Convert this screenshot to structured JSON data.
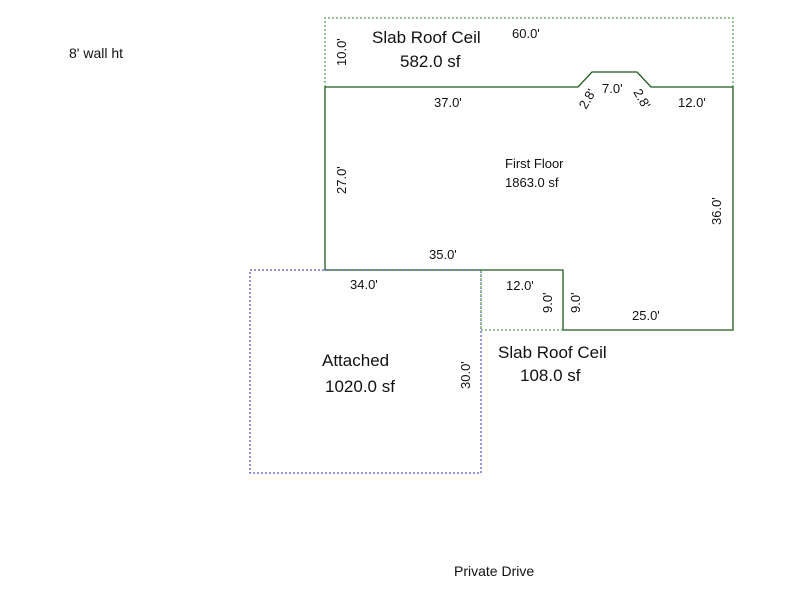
{
  "note": "8' wall ht",
  "footer": "Private Drive",
  "areas": {
    "slab_top": {
      "name": "Slab Roof Ceil",
      "area": "582.0 sf"
    },
    "first_floor": {
      "name": "First Floor",
      "area": "1863.0 sf"
    },
    "attached": {
      "name": "Attached",
      "area": "1020.0 sf"
    },
    "slab_bottom": {
      "name": "Slab Roof Ceil",
      "area": "108.0 sf"
    }
  },
  "dims": {
    "slab_top_height": "10.0'",
    "slab_top_width": "60.0'",
    "ff_top_left": "37.0'",
    "bay_left": "2.8'",
    "bay_top": "7.0'",
    "bay_right": "2.8'",
    "ff_top_right": "12.0'",
    "ff_left": "27.0'",
    "ff_right": "36.0'",
    "ff_bottom_left": "35.0'",
    "att_top": "34.0'",
    "att_right": "30.0'",
    "notch_top": "12.0'",
    "notch_left": "9.0'",
    "notch_right": "9.0'",
    "ff_bottom_right": "25.0'"
  },
  "colors": {
    "first_floor_line": "#1f5a1f",
    "slab_line": "#2e8b2e",
    "attached_line": "#2a2ab0"
  }
}
